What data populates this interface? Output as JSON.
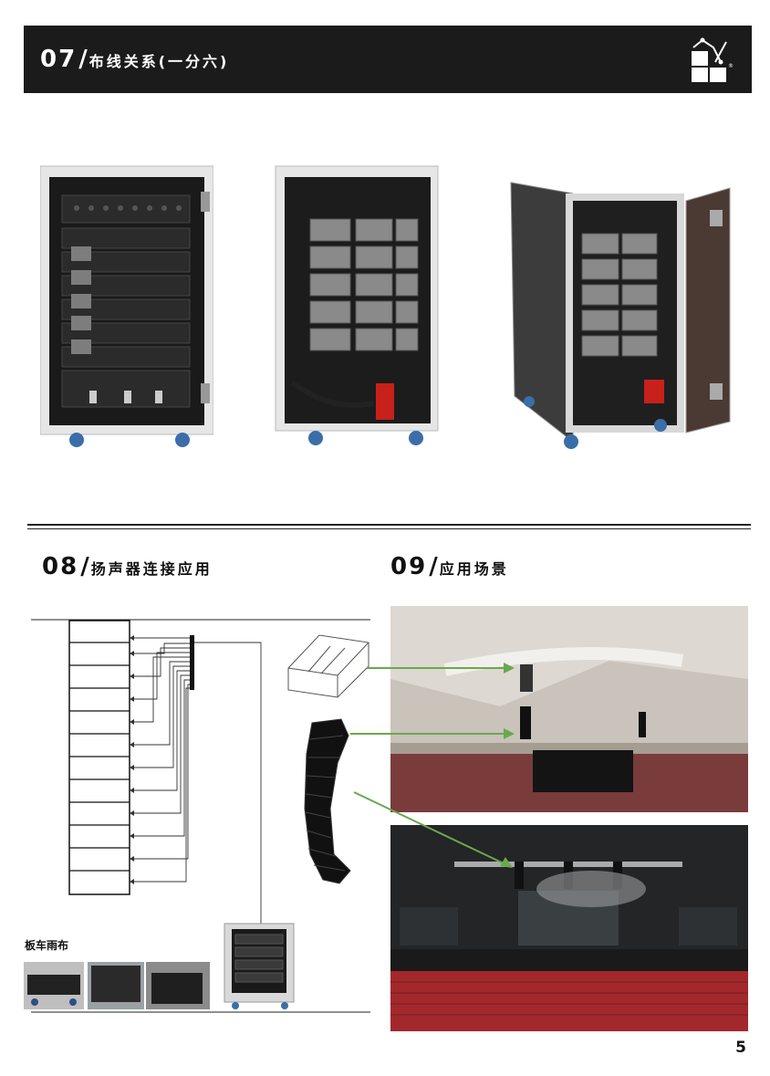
{
  "header": {
    "number": "07",
    "slash": "/",
    "title": "布线关系(一分六)"
  },
  "sections": {
    "s08": {
      "number": "08",
      "slash": "/",
      "title": "扬声器连接应用"
    },
    "s09": {
      "number": "09",
      "slash": "/",
      "title": "应用场景"
    }
  },
  "cart_cover": {
    "label": "板车雨布"
  },
  "page_number": "5",
  "colors": {
    "header_bg": "#1b1b1b",
    "arrow_green": "#6aa84f",
    "rack_black": "#151515"
  }
}
